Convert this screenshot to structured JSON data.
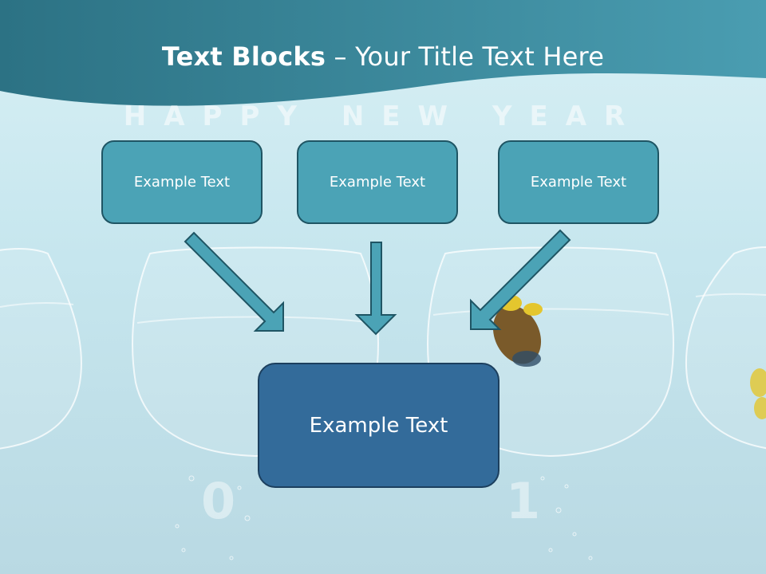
{
  "slide": {
    "title_bold": "Text Blocks",
    "title_dash": " – ",
    "title_rest": "Your Title Text Here",
    "background_text": "HAPPY NEW YEAR",
    "background_digits": [
      "0",
      "1"
    ]
  },
  "blocks": {
    "top": [
      "Example Text",
      "Example Text",
      "Example Text"
    ],
    "main": "Example Text"
  },
  "colors": {
    "banner": "#2f7f91",
    "top_box_fill": "#4ba3b6",
    "top_box_border": "#1f5564",
    "main_box_fill": "#336b9a",
    "main_box_border": "#1c3f5e",
    "arrow_fill": "#4ba3b6",
    "arrow_stroke": "#1f5564"
  }
}
